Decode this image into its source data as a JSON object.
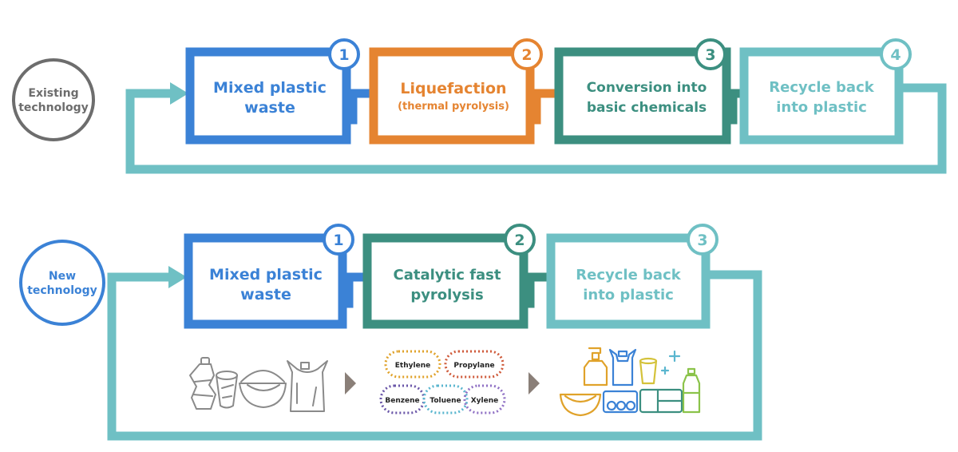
{
  "colors": {
    "blue": "#3b82d6",
    "orange": "#e58431",
    "green": "#3c8f80",
    "teal": "#6fc0c4",
    "gray": "#6d6d6d",
    "gray_arrow": "#8a7f78"
  },
  "existing": {
    "label": [
      "Existing",
      "technology"
    ],
    "steps": [
      {
        "num": "1",
        "lines": [
          "Mixed plastic",
          "waste"
        ],
        "color": "blue"
      },
      {
        "num": "2",
        "lines": [
          "Liquefaction"
        ],
        "sub": "(thermal pyrolysis)",
        "color": "orange"
      },
      {
        "num": "3",
        "lines": [
          "Conversion into",
          "basic chemicals"
        ],
        "color": "green"
      },
      {
        "num": "4",
        "lines": [
          "Recycle back",
          "into plastic"
        ],
        "color": "teal"
      }
    ]
  },
  "new": {
    "label": [
      "New",
      "technology"
    ],
    "steps": [
      {
        "num": "1",
        "lines": [
          "Mixed plastic",
          "waste"
        ],
        "color": "blue"
      },
      {
        "num": "2",
        "lines": [
          "Catalytic fast",
          "pyrolysis"
        ],
        "color": "green"
      },
      {
        "num": "3",
        "lines": [
          "Recycle back",
          "into plastic"
        ],
        "color": "teal"
      }
    ]
  },
  "chemicals": [
    {
      "name": "Ethylene",
      "color": "#e0a22a"
    },
    {
      "name": "Propylane",
      "color": "#cf5a3a"
    },
    {
      "name": "Benzene",
      "color": "#6a56a8"
    },
    {
      "name": "Toluene",
      "color": "#5ab6cf"
    },
    {
      "name": "Xylene",
      "color": "#8f70c4"
    }
  ],
  "icons": {
    "waste": "plastic-waste-icons",
    "products": "plastic-products-icons",
    "arrow": "chevron-right-icon"
  }
}
